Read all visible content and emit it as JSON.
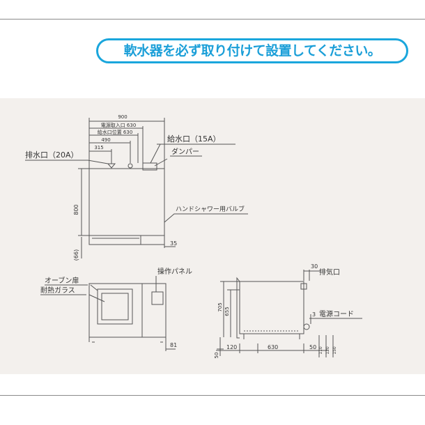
{
  "notice": "軟水器を必ず取り付けて設置してください。",
  "top_view": {
    "dim_total_width": "900",
    "dim_power_inlet": "電源取入口 630",
    "dim_water_inlet_pos": "給水口位置 630",
    "dim_490": "490",
    "dim_315": "315",
    "dim_depth": "800",
    "dim_66": "(66)",
    "dim_35": "35",
    "label_drain": "排水口（20A）",
    "label_water_inlet": "給水口（15A）",
    "label_damper": "ダンパー",
    "label_hand_shower": "ハンドシャワー用バルブ"
  },
  "front_view": {
    "label_oven_door": "オーブン扉",
    "label_glass": "耐熱ガラス",
    "label_panel": "操作パネル",
    "dim_81": "81"
  },
  "side_view": {
    "dim_30": "30",
    "label_exhaust": "排気口",
    "dim_3": "3",
    "label_cord": "電源コード",
    "dim_705": "705",
    "dim_655": "655",
    "dim_50_left": "50",
    "dim_120": "120",
    "dim_630": "630",
    "dim_50_right": "50",
    "dim_110": "110",
    "dim_120_v": "120",
    "dim_150": "150"
  }
}
